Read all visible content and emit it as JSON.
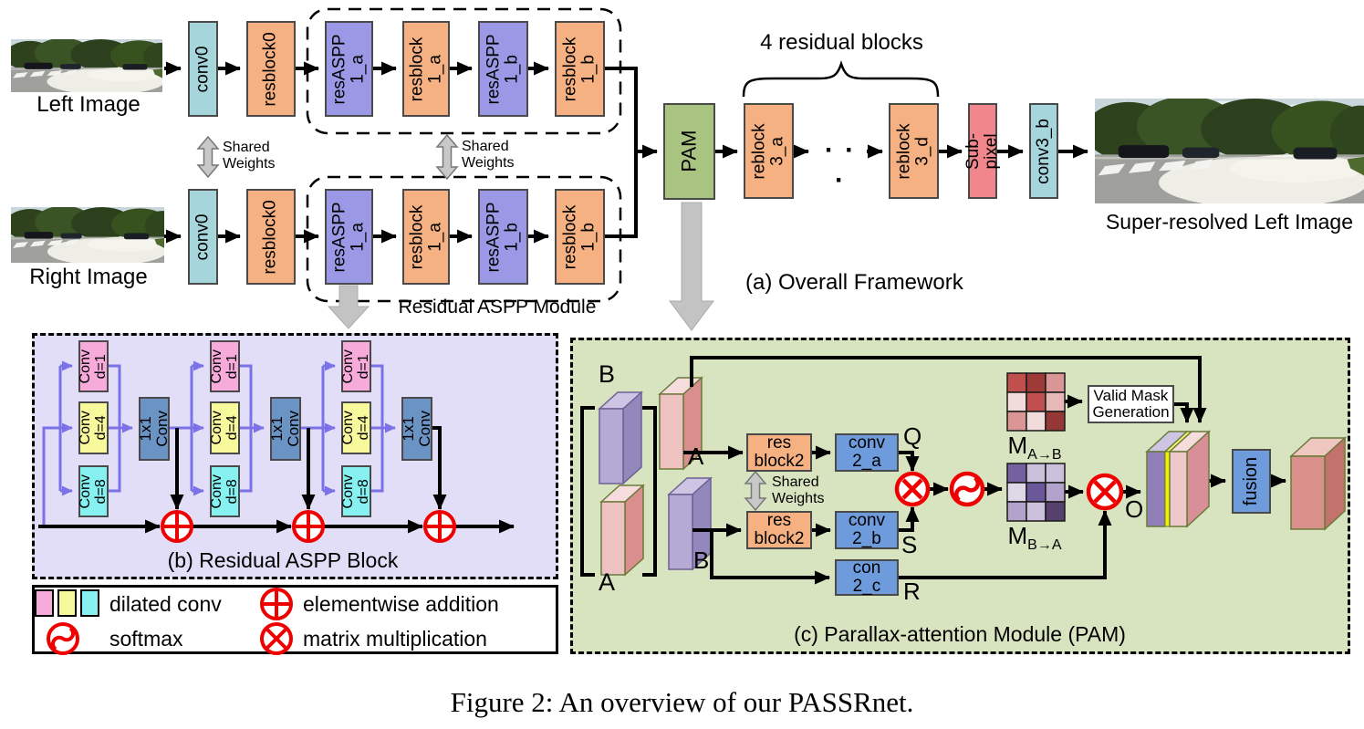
{
  "palette": {
    "orange": "#F6B183",
    "cyan": "#A6D5DC",
    "purple": "#9B99E6",
    "green": "#A9C480",
    "subpixel_pink": "#F2868D",
    "pam_conv_blue": "#6D9BDB",
    "steel_blue": "#6B93C4",
    "conv_pink": "#F7ABDB",
    "conv_yellow": "#F8F89C",
    "conv_cyan": "#86F1F0",
    "panel_b_bg": "#E2DEF7",
    "panel_c_bg": "#D8E4BF",
    "icon_red": "#EE0000",
    "wire_purple": "#7C72E8",
    "gray_arrow": "#C3C3C3",
    "slab_purple": "#B4AAD4",
    "slab_purple_top": "#CDC5E3",
    "slab_purple_side": "#9388BC",
    "slab_pink": "#EFC2C2",
    "slab_pink_top": "#F6DCDC",
    "slab_pink_side": "#DA8F8F",
    "stack_purple": "#8F7EB8",
    "stack_yellow": "#F2F200",
    "stack_pink": "#EFC9C9",
    "stack_side": "#D98F97",
    "final_front": "#D9908A",
    "final_top": "#EFC6C0",
    "final_side": "#C4726C"
  },
  "matrices": {
    "m_ab": [
      "#C0504D",
      "#9E3A38",
      "#D99694",
      "#F2DCDB",
      "#C0504D",
      "#E6B8B7",
      "#D99694",
      "#F2DCDB",
      "#953735"
    ],
    "m_ba": [
      "#7361A0",
      "#CCC1DC",
      "#CCC1DC",
      "#DDD7E8",
      "#6A5899",
      "#B2A2CC",
      "#B2A2CC",
      "#CCC1DC",
      "#55406E"
    ]
  },
  "images": {
    "left_label": "Left Image",
    "right_label": "Right Image",
    "sr_label": "Super-resolved Left Image"
  },
  "blocks": {
    "conv0": "conv0",
    "resblock0": "resblock0",
    "resaspp1a": "resASPP\n1_a",
    "resblock1a": "resblock\n1_a",
    "resaspp1b": "resASPP\n1_b",
    "resblock1b": "resblock\n1_b",
    "pam": "PAM",
    "reblock3a": "reblock\n3_a",
    "dots": "· · ·",
    "reblock3d": "reblock\n3_d",
    "subpixel": "Sub-pixel",
    "conv3b": "conv3_b"
  },
  "aspp": {
    "conv_d1": "Conv\nd=1",
    "conv_d4": "Conv\nd=4",
    "conv_d8": "Conv\nd=8",
    "conv_1x1": "1x1\nConv"
  },
  "pam": {
    "resblock2": "res\nblock2",
    "conv2a": "conv\n2_a",
    "conv2b": "conv\n2_b",
    "conv2c": "con\n2_c",
    "valid_mask": "Valid Mask\nGeneration",
    "fusion": "fusion",
    "q": "Q",
    "s": "S",
    "r": "R",
    "o": "O",
    "a": "A",
    "b": "B",
    "m": "M",
    "sub_ab": "A→B",
    "sub_ba": "B→A"
  },
  "annotations": {
    "four_residual_blocks": "4 residual blocks",
    "shared_weights": "Shared\nWeights",
    "residual_aspp_module": "Residual ASPP Module",
    "panel_a": "(a) Overall Framework",
    "panel_b": "(b) Residual ASPP Block",
    "panel_c": "(c) Parallax-attention Module (PAM)"
  },
  "legend": {
    "dilated_conv": "dilated conv",
    "softmax": "softmax",
    "elementwise_addition": "elementwise addition",
    "matrix_multiplication": "matrix multiplication"
  },
  "caption": "Figure 2: An overview of our PASSRnet."
}
